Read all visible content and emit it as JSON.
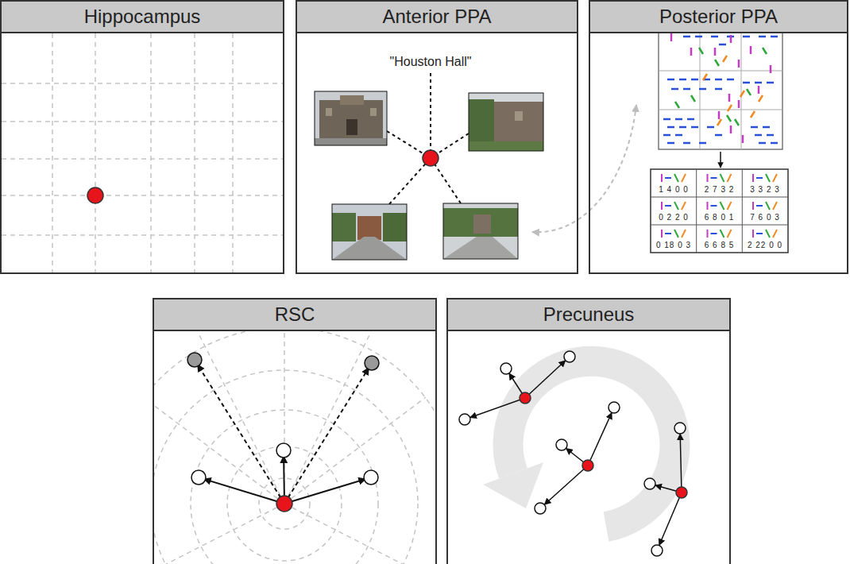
{
  "diagram": {
    "nodes": [
      {
        "text": [
          "Hippocampus"
        ]
      },
      {
        "text": [
          "Anterior PPA"
        ]
      },
      {
        "text": [
          "Posterior PPA"
        ]
      },
      {
        "text": [
          "RSC"
        ]
      },
      {
        "text": [
          "Precuneus"
        ]
      }
    ],
    "edges": [
      {
        "from": 2,
        "to": 1,
        "arrow": "both"
      }
    ],
    "labels": [
      "\"Houston Hall\"",
      "1 4 0 0",
      "2 7 3 2",
      "3 3 2 3",
      "0 2 2 0",
      "6 8 0 1",
      "7 6 0 3",
      "0 18 0 3",
      "6 6 8 5",
      "2 22 0 0"
    ]
  }
}
